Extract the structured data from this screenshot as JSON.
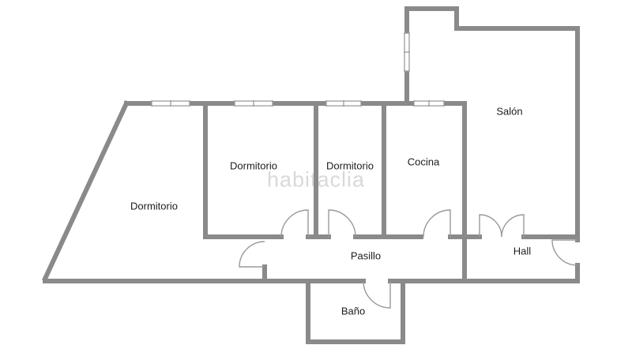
{
  "floorplan": {
    "watermark": "habitaclia",
    "rooms": {
      "dormitorio_1": {
        "label": "Dormitorio"
      },
      "dormitorio_2": {
        "label": "Dormitorio"
      },
      "dormitorio_3": {
        "label": "Dormitorio"
      },
      "cocina": {
        "label": "Cocina"
      },
      "salon": {
        "label": "Salón"
      },
      "pasillo": {
        "label": "Pasillo"
      },
      "hall": {
        "label": "Hall"
      },
      "bano": {
        "label": "Baño"
      }
    },
    "colors": {
      "wall": "#8a8a8a",
      "thin_line": "#9a9a9a",
      "background": "#ffffff",
      "label_text": "#1c1c1c",
      "watermark_text": "#d9d9d9"
    }
  }
}
